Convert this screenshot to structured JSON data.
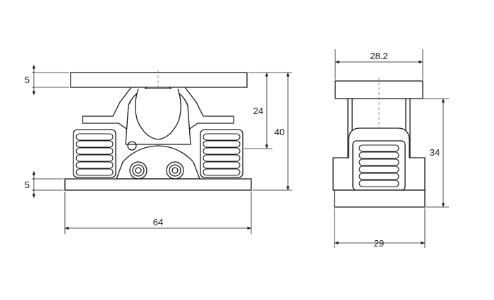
{
  "drawing": {
    "front_view": {
      "dim_top_plate": "5",
      "dim_bottom_plate": "5",
      "dim_inner_height": "24",
      "dim_total_height": "40",
      "dim_width": "64"
    },
    "side_view": {
      "dim_top_width": "28.2",
      "dim_height": "34",
      "dim_base_width": "29"
    },
    "line_color": "#1a1a1a"
  }
}
